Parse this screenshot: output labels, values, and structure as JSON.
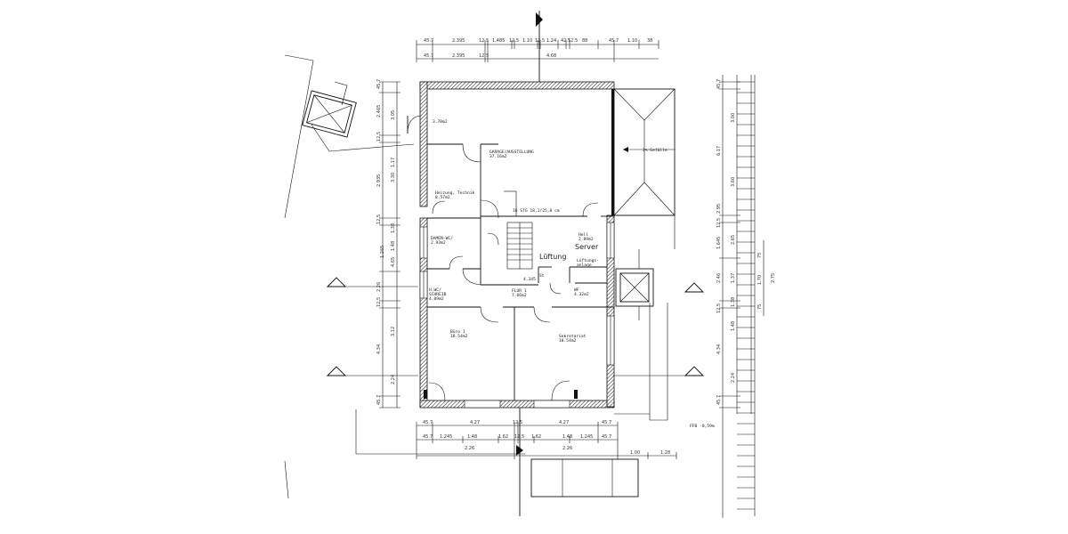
{
  "rooms": {
    "garage": {
      "name": "GARAGE/AUSSTELLUNG",
      "area": "37.16m2"
    },
    "vorraum": {
      "area": "3.70m2"
    },
    "heizung": {
      "name": "Heizung, Technik",
      "area": "8.57m2"
    },
    "damen_wc": {
      "name": "DAMEN-WC/",
      "area": "2.93m2"
    },
    "server": {
      "name": "Hell",
      "area": "2.89m2",
      "label": "Server"
    },
    "lueftung": {
      "label": "Lüftung",
      "note_line1": "Lüftungs-",
      "note_line2": "anlage"
    },
    "herren_wc": {
      "name": "H.WC/",
      "sub": "SCHREIB",
      "area": "4.09m2"
    },
    "flur": {
      "name": "FLUR 1",
      "area": "7.66m2"
    },
    "wf": {
      "name": "WF",
      "area": "4.32m2"
    },
    "buero": {
      "name": "Büro 1",
      "area": "18.54m2"
    },
    "sekretariat": {
      "name": "Sekretariat",
      "area": "18.54m2"
    }
  },
  "annotations": {
    "stair": "16 STG 18,1/25,0 cm",
    "gefaelle": "1% Gefälle",
    "ffb": "FFB -0,59m",
    "flur_dim": "4.345",
    "st": "St"
  },
  "top_dims_row1": [
    "45.7",
    "2.395",
    "12.5",
    "1.485",
    "12.5",
    "1.10",
    "12.5",
    "1.24",
    "42.5",
    "12.5",
    "88",
    "45.7",
    "1.10",
    "38"
  ],
  "top_dims_row2": [
    "45.7",
    "2.395",
    "12.5",
    "4.68"
  ],
  "left_dims_outer": [
    "45.7",
    "2.465",
    "12.5",
    "2.935",
    "12.5",
    "2.26",
    "12.5",
    "4.34",
    "45.7"
  ],
  "left_dims_inner": [
    "3.05",
    "1.17",
    "3.30",
    "1.38",
    "1.48",
    "4.65",
    "1.265",
    "3.12",
    "2.24"
  ],
  "right_dims_outer": [
    "45.7",
    "6.17",
    "2.95",
    "12.5",
    "1.645",
    "2.46",
    "12.5",
    "4.34",
    "45.7"
  ],
  "right_dims_inner": [
    "3.00",
    "3.60",
    "2.65",
    "1.37",
    "1.38",
    "1.48",
    "2.24"
  ],
  "right_dims_far": [
    "75",
    "1.70",
    "2.75",
    "75"
  ],
  "bottom_dims_row1": [
    "45.7",
    "4.27",
    "12.5",
    "4.27",
    "45.7"
  ],
  "bottom_dims_row2": [
    "45.7",
    "1.245",
    "1.48",
    "1.62",
    "12.5",
    "1.62",
    "1.48",
    "1.245",
    "45.7"
  ],
  "bottom_dims_row3": [
    "2.26",
    "2.26",
    "1.00",
    "1.28"
  ]
}
